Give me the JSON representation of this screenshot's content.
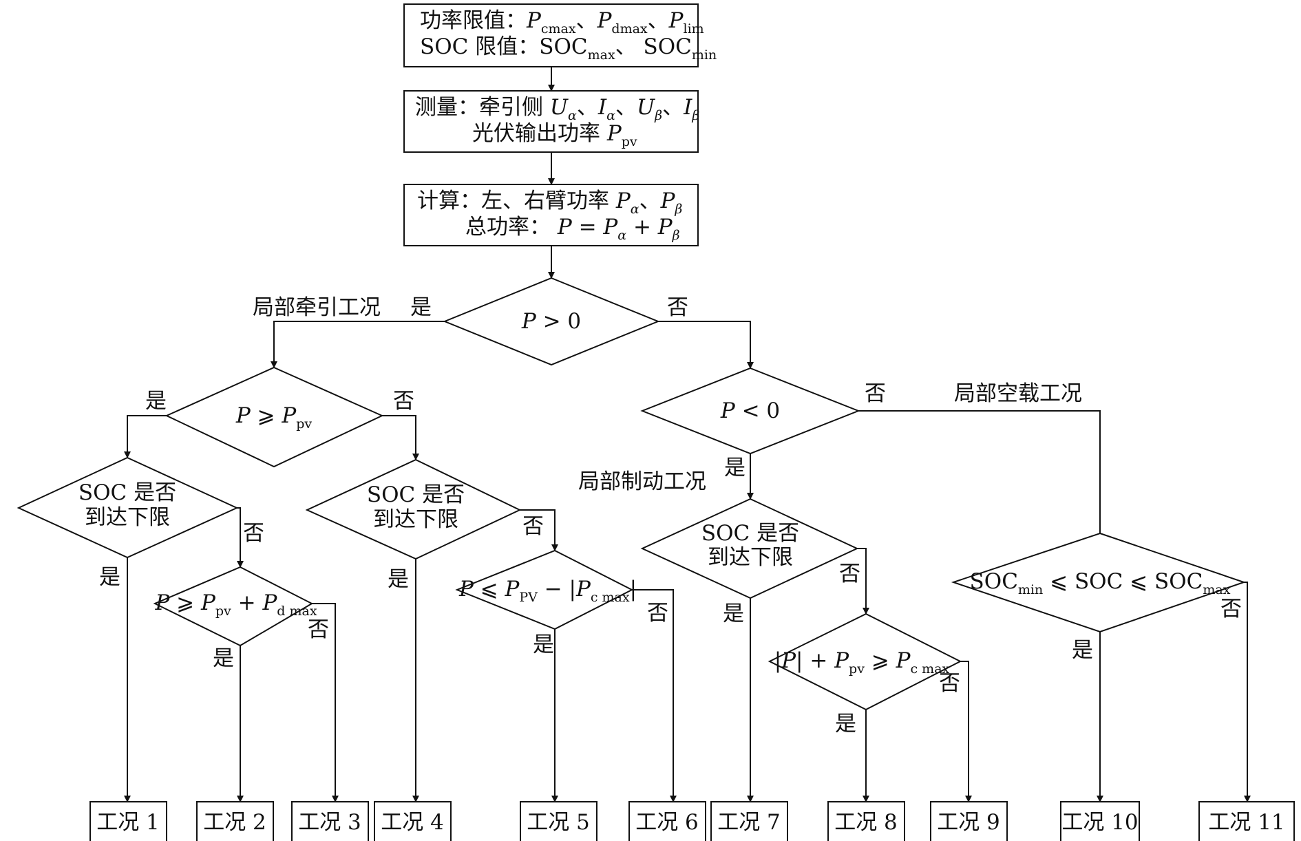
{
  "boxes": {
    "limits": {
      "line1_prefix": "功率限值：",
      "line1_p": "P",
      "line1_cmax": "cmax",
      "line1_sep1": "、",
      "line1_p2": "P",
      "line1_dmax": "dmax",
      "line1_sep2": "、",
      "line1_p3": "P",
      "line1_lim": "lim",
      "line2_prefix": "SOC 限值：SOC",
      "line2_max": "max",
      "line2_sep": "、 SOC",
      "line2_min": "min"
    },
    "measure": {
      "line1_prefix": "测量：牵引侧 ",
      "u": "U",
      "alpha": "α",
      "sep": "、",
      "i": "I",
      "beta": "β",
      "line2_prefix": "光伏输出功率 ",
      "p": "P",
      "pv": "pv"
    },
    "compute": {
      "line1_prefix": "计算：左、右臂功率 ",
      "p": "P",
      "alpha": "α",
      "sep": "、",
      "beta": "β",
      "line2_prefix": "总功率： ",
      "eq": " = ",
      "plus": " + "
    }
  },
  "decisions": {
    "d_total": {
      "p": "P",
      "op": " > 0"
    },
    "d_pv": {
      "p": "P",
      "op": " ⩾ ",
      "p2": "P",
      "pv": "pv"
    },
    "d_neg": {
      "p": "P",
      "op": " < 0"
    },
    "soc_lower": {
      "line1": "SOC 是否",
      "line2": "到达下限"
    },
    "d_pvd": {
      "p": "P",
      "op": " ⩾ ",
      "pv": "pv",
      "plus": " + ",
      "dmax": "d max"
    },
    "d_pvc": {
      "p": "P",
      "op": " ⩽ ",
      "PV": "PV",
      "minus": " − |",
      "cmax": "c max",
      "close": "|"
    },
    "d_abs": {
      "open": "|",
      "p": "P",
      "close": "|",
      "plus": " + ",
      "pv": "pv",
      "op": " ⩾ ",
      "cmax": "c max"
    },
    "d_soc_range": {
      "soc": "SOC",
      "min": "min",
      "op": " ⩽ SOC ⩽ SOC",
      "max": "max"
    }
  },
  "labels": {
    "yes": "是",
    "no": "否",
    "traction": "局部牵引工况",
    "idle": "局部空载工况",
    "braking": "局部制动工况"
  },
  "outcomes": [
    "工况 1",
    "工况 2",
    "工况 3",
    "工况 4",
    "工况 5",
    "工况 6",
    "工况 7",
    "工况 8",
    "工况 9",
    "工况 10",
    "工况 11"
  ]
}
